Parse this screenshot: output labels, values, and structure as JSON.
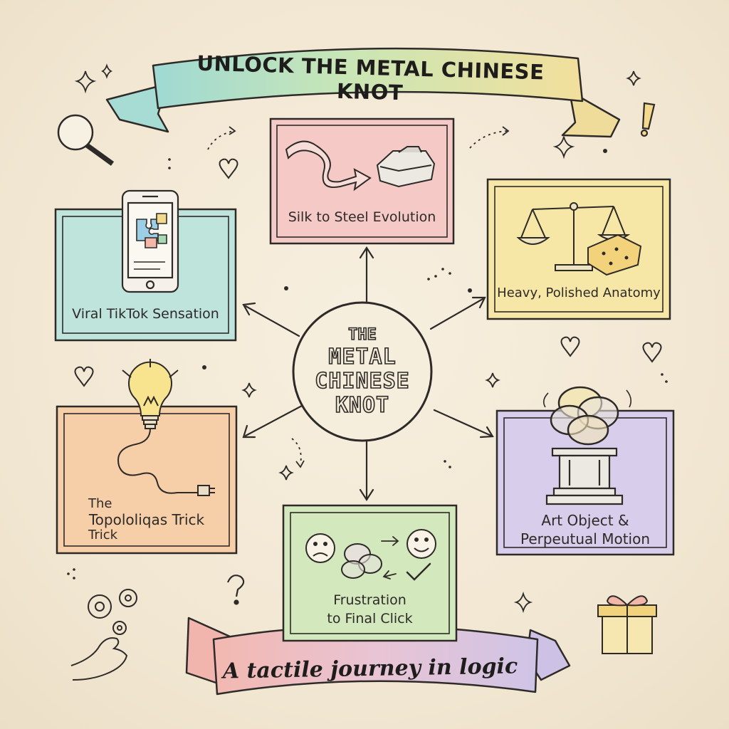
{
  "title": "UNLOCK THE METAL CHINESE KNOT",
  "tagline": "A tactile journey in logic",
  "hub": {
    "line1": "THE",
    "line2": "METAL",
    "line3": "CHINESE",
    "line4": "KNOT"
  },
  "cards": {
    "silk": {
      "label": "Silk to Steel Evolution",
      "color": "#f4c9c6"
    },
    "tiktok": {
      "label": "Viral TikTok Sensation",
      "color": "#bfe4dc"
    },
    "anatomy": {
      "label": "Heavy, Polished Anatomy",
      "color": "#f7e7a6"
    },
    "topology": {
      "line1": "The",
      "line2": "Topololiqas Trick",
      "line3": "Trick",
      "color": "#f6cfa8"
    },
    "art": {
      "line1": "Art Object &",
      "line2": "Perpeutual Motion",
      "color": "#d8cdea"
    },
    "frustration": {
      "line1": "Frustration",
      "line2": "to Final Click",
      "color": "#d3e8bd"
    }
  },
  "icons": [
    "magnifier-icon",
    "phone-icon",
    "puzzle-icon",
    "silk-ribbon-icon",
    "steel-bar-icon",
    "balance-scale-icon",
    "cracker-icon",
    "lightbulb-icon",
    "plug-icon",
    "knot-icon",
    "pedestal-icon",
    "sad-face-icon",
    "happy-face-icon",
    "checkmark-icon",
    "gears-icon",
    "hand-icon",
    "gift-icon",
    "question-mark-icon",
    "exclamation-icon",
    "heart-icon",
    "sparkle-icon"
  ]
}
